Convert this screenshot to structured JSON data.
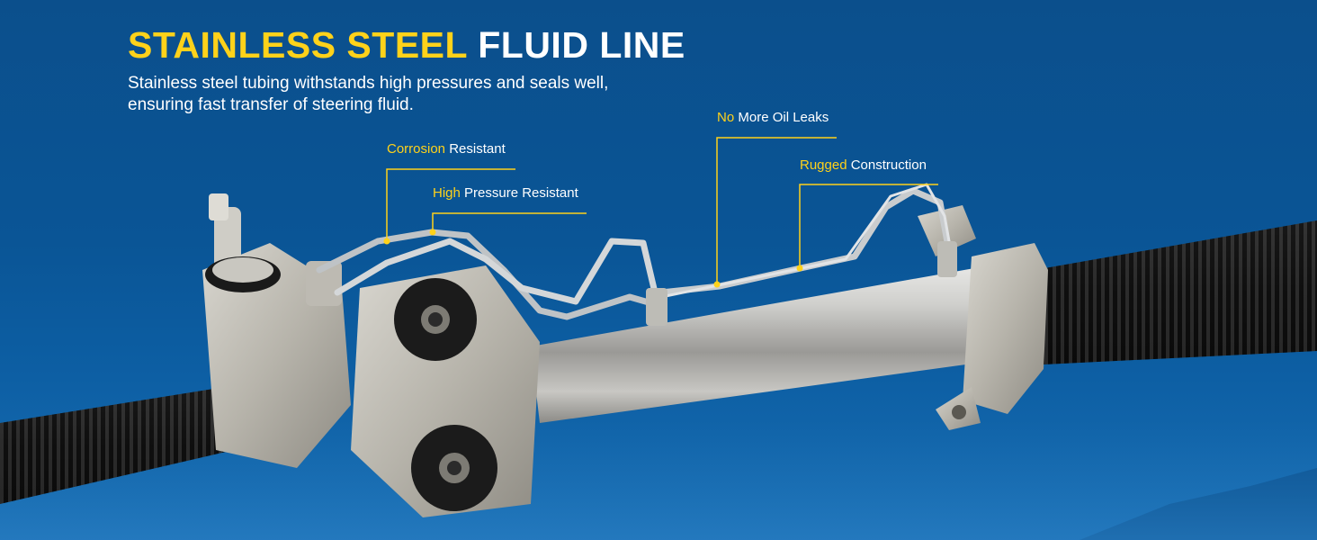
{
  "headline": {
    "part1": "STAINLESS STEEL",
    "part2": "FLUID LINE"
  },
  "subtitle": {
    "line1": "Stainless steel tubing withstands high pressures and seals well,",
    "line2": "ensuring fast transfer of steering fluid."
  },
  "callouts": [
    {
      "accent": "Corrosion",
      "text": "Resistant"
    },
    {
      "accent": "High",
      "text": "Pressure Resistant"
    },
    {
      "accent": "No",
      "text": "More Oil Leaks"
    },
    {
      "accent": "Rugged",
      "text": "Construction"
    }
  ],
  "colors": {
    "background": "#0a5596",
    "accent_yellow": "#ffd21a",
    "text_white": "#ffffff"
  },
  "product": "power-steering-rack-and-pinion"
}
